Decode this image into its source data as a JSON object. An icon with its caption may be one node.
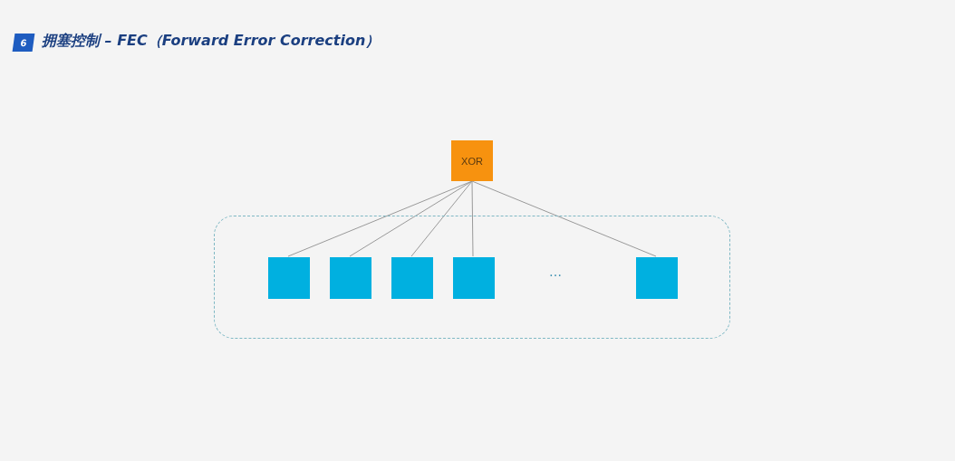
{
  "diagram": {
    "title": "拥塞控制 – FEC（Forward Error Correction）",
    "nodes": [
      {
        "text": [
          "XOR"
        ]
      },
      {
        "text": [],
        "shape": "box"
      },
      {
        "text": [],
        "shape": "box",
        "in": 1
      },
      {
        "text": [],
        "shape": "box",
        "in": 1
      },
      {
        "text": [],
        "shape": "box",
        "in": 1
      },
      {
        "text": [],
        "shape": "box",
        "in": 1
      },
      {
        "text": [],
        "shape": "box",
        "in": 1
      }
    ],
    "edges": [
      {
        "from": 0,
        "to": 2,
        "arrow": "none"
      },
      {
        "from": 0,
        "to": 3,
        "arrow": "none"
      },
      {
        "from": 0,
        "to": 4,
        "arrow": "none"
      },
      {
        "from": 0,
        "to": 5,
        "arrow": "none"
      },
      {
        "from": 0,
        "to": 6,
        "arrow": "none"
      }
    ],
    "labels": [
      "6",
      "…"
    ]
  }
}
